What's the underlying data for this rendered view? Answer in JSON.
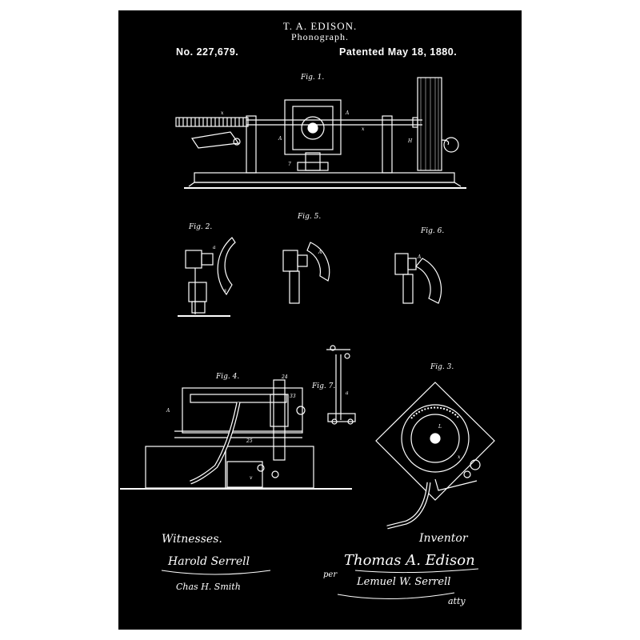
{
  "header": {
    "inventor": "T. A. EDISON.",
    "invention": "Phonograph.",
    "patent_number": "No. 227,679.",
    "patent_date": "Patented May 18, 1880."
  },
  "figures": {
    "fig1": "Fig. 1.",
    "fig2": "Fig. 2.",
    "fig5": "Fig. 5.",
    "fig6": "Fig. 6.",
    "fig4": "Fig. 4.",
    "fig7": "Fig. 7.",
    "fig3": "Fig. 3."
  },
  "footer": {
    "witnesses_label": "Witnesses.",
    "inventor_label": "Inventor"
  },
  "signatures": [
    "Harold Serrell",
    "Chas H. Smith",
    "Thomas A. Edison",
    "per",
    "Lemuel W. Serrell",
    "atty"
  ],
  "colors": {
    "background": "#000000",
    "ink": "#ffffff",
    "page": "#ffffff"
  }
}
